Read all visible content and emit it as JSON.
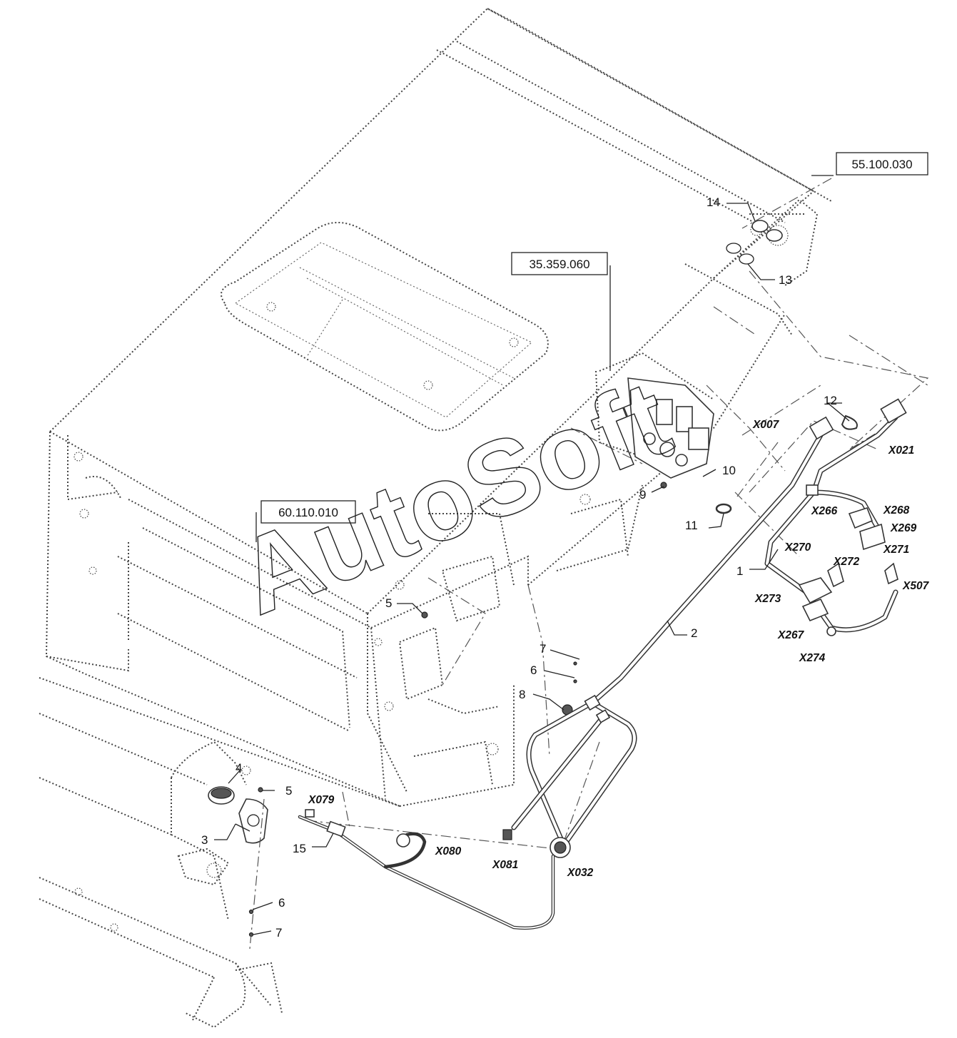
{
  "reference_boxes": [
    {
      "id": "ref-55",
      "text": "55.100.030"
    },
    {
      "id": "ref-35",
      "text": "35.359.060"
    },
    {
      "id": "ref-60",
      "text": "60.110.010"
    }
  ],
  "item_numbers": {
    "n1": "1",
    "n2": "2",
    "n3": "3",
    "n4": "4",
    "n5a": "5",
    "n5b": "5",
    "n6a": "6",
    "n6b": "6",
    "n7a": "7",
    "n7b": "7",
    "n8": "8",
    "n9": "9",
    "n10": "10",
    "n11": "11",
    "n12": "12",
    "n13": "13",
    "n14": "14",
    "n15": "15"
  },
  "connectors": {
    "X007": "X007",
    "X021": "X021",
    "X266": "X266",
    "X268": "X268",
    "X269": "X269",
    "X271": "X271",
    "X270": "X270",
    "X272": "X272",
    "X273": "X273",
    "X507": "X507",
    "X267": "X267",
    "X274": "X274",
    "X079": "X079",
    "X080": "X080",
    "X081": "X081",
    "X032": "X032"
  },
  "watermark": "AutoSoft"
}
